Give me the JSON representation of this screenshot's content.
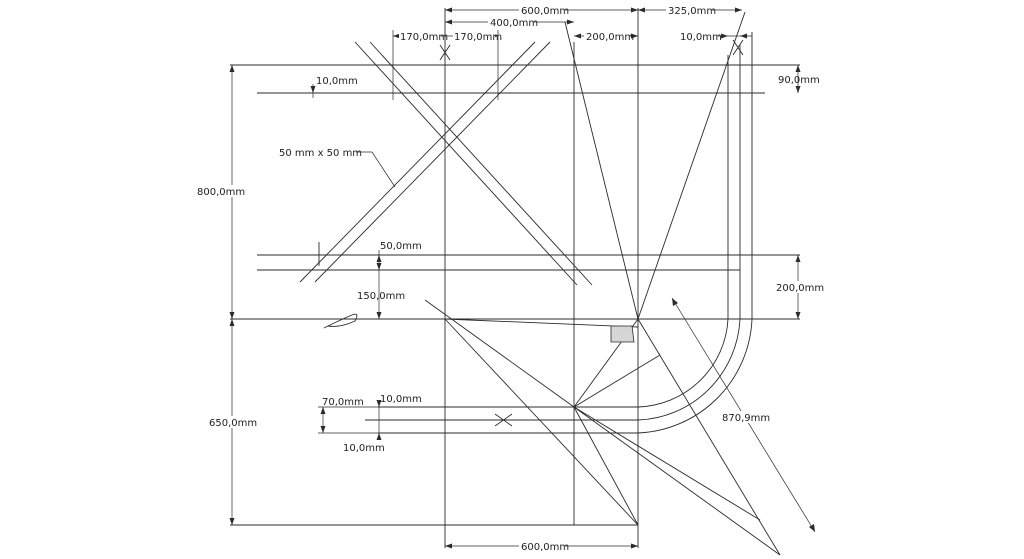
{
  "dimensions": {
    "top_600": "600,0mm",
    "top_325": "325,0mm",
    "top_400": "400,0mm",
    "dim_170_left": "170,0mm",
    "dim_170_right": "170,0mm",
    "dim_200_top": "200,0mm",
    "dim_10_topright": "10,0mm",
    "dim_90": "90,0mm",
    "dim_10_left": "10,0mm",
    "beam_label": "50 mm x 50 mm",
    "dim_800": "800,0mm",
    "dim_50": "50,0mm",
    "dim_150": "150,0mm",
    "dim_200_right": "200,0mm",
    "dim_870": "870,9mm",
    "dim_70": "70,0mm",
    "dim_10_lower_top": "10,0mm",
    "dim_10_lower_bottom": "10,0mm",
    "dim_650": "650,0mm",
    "bottom_600": "600,0mm"
  }
}
